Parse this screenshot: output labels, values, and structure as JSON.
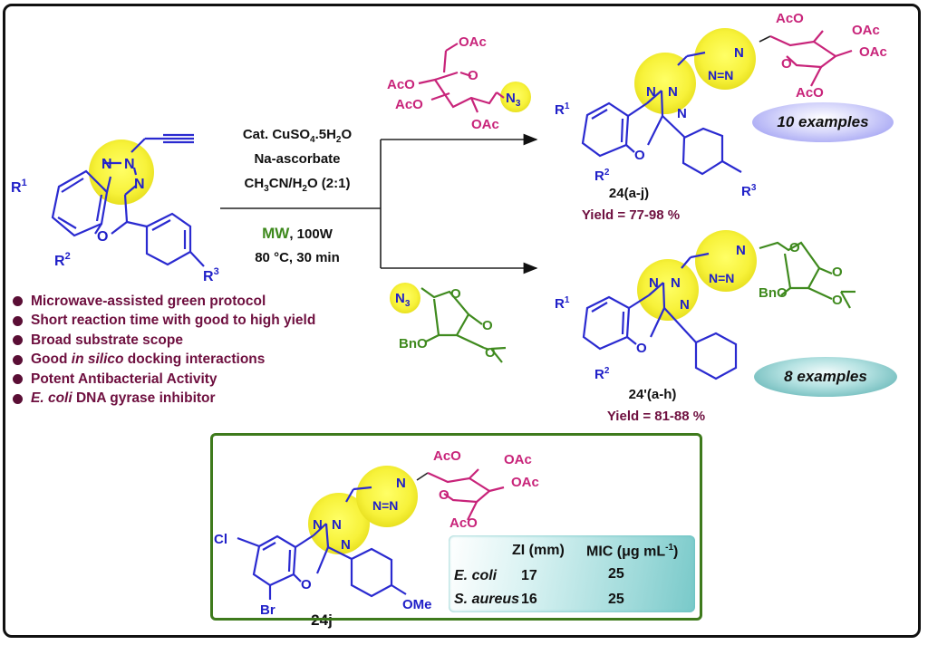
{
  "conditions": {
    "line1": "Cat. CuSO4.5H2O",
    "line1_parts": [
      "Cat. CuSO",
      "4",
      ".5H",
      "2",
      "O"
    ],
    "line2": "Na-ascorbate",
    "line3_parts": [
      "CH",
      "3",
      "CN/H",
      "2",
      "O (2:1)"
    ],
    "mw": "MW",
    "power": ", 100W",
    "temp_time": "80 °C, 30 min"
  },
  "starting_material": {
    "r1": "R",
    "r1_sup": "1",
    "r2": "R",
    "r2_sup": "2",
    "r3": "R",
    "r3_sup": "3",
    "n1": "N",
    "n2": "N",
    "n3": "N",
    "o": "O"
  },
  "reagents": {
    "glucose_azide": {
      "oac_top": "OAc",
      "aco_left1": "AcO",
      "aco_left2": "AcO",
      "oac_bottom": "OAc",
      "ring_o": "O",
      "azide": "N",
      "azide_sub": "3"
    },
    "furanose_azide": {
      "azide": "N",
      "azide_sub": "3",
      "bno": "BnO",
      "ring_o": "O",
      "o1": "O",
      "o2": "O"
    }
  },
  "product_top": {
    "label": "24(a-j)",
    "yield": "Yield = 77-98 %",
    "examples": "10 examples",
    "substituents": [
      "AcO",
      "OAc",
      "OAc",
      "AcO",
      "O"
    ]
  },
  "product_bottom": {
    "label": "24'(a-h)",
    "yield": "Yield = 81-88 %",
    "examples": "8 examples",
    "substituents": [
      "BnO",
      "O",
      "O",
      "O"
    ]
  },
  "highlights": [
    {
      "pre": "",
      "italic": "",
      "text": "Microwave-assisted green protocol"
    },
    {
      "pre": "",
      "italic": "",
      "text": "Short reaction time with good to high yield"
    },
    {
      "pre": "",
      "italic": "",
      "text": "Broad substrate scope"
    },
    {
      "pre": "Good ",
      "italic": "in silico",
      "text": " docking interactions"
    },
    {
      "pre": "",
      "italic": "",
      "text": "Potent Antibacterial Activity"
    },
    {
      "pre": "",
      "italic": "E. coli",
      "text": " DNA gyrase inhibitor"
    }
  ],
  "featured_compound": {
    "label": "24j",
    "substituents": {
      "cl": "Cl",
      "br": "Br",
      "ome": "OMe"
    },
    "sugar": [
      "AcO",
      "OAc",
      "OAc",
      "AcO",
      "O"
    ],
    "activity_table": {
      "headers": [
        "",
        "ZI (mm)",
        "MIC (μg mL⁻¹)"
      ],
      "header_zi": "ZI (mm)",
      "header_mic": "MIC (μg mL",
      "header_mic_sup": "-1",
      "header_mic_close": ")",
      "rows": [
        {
          "organism": "E. coli",
          "zi": "17",
          "mic": "25"
        },
        {
          "organism": "S. aureus",
          "zi": "16",
          "mic": "25"
        }
      ]
    }
  }
}
